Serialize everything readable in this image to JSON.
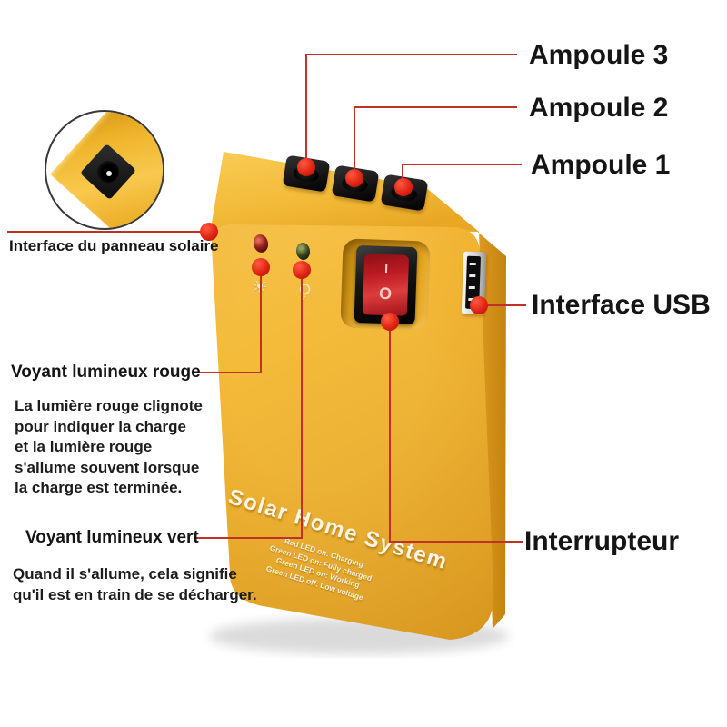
{
  "callouts": {
    "ampoule3": {
      "label": "Ampoule 3"
    },
    "ampoule2": {
      "label": "Ampoule 2"
    },
    "ampoule1": {
      "label": "Ampoule 1"
    },
    "usb": {
      "label": "Interface USB"
    },
    "interrupteur": {
      "label": "Interrupteur"
    },
    "panneau_solaire": {
      "label": "Interface du panneau solaire"
    },
    "voyant_rouge": {
      "label": "Voyant lumineux rouge",
      "description_lines": [
        "La lumière rouge clignote",
        "pour indiquer la charge",
        "et la lumière rouge",
        "s'allume souvent lorsque",
        "la charge est terminée."
      ]
    },
    "voyant_vert": {
      "label": "Voyant lumineux vert",
      "description_lines": [
        "Quand il s'allume, cela signifie",
        "qu'il est en train de se décharger."
      ]
    }
  },
  "device": {
    "title": "Solar Home System",
    "led_legend": [
      "Red LED on: Charging",
      "Green LED on: Fully charged",
      "Green LED on: Working",
      "Green LED off: Low voltage"
    ],
    "switch_marks": {
      "on": "I",
      "off": "O"
    },
    "icons": {
      "sun_glyph": "☀"
    }
  },
  "colors": {
    "body_yellow": "#efae2c",
    "callout_red": "#bf3226",
    "dot_red": "#e02414",
    "switch_red": "#c01c24",
    "label_black": "#151515"
  }
}
